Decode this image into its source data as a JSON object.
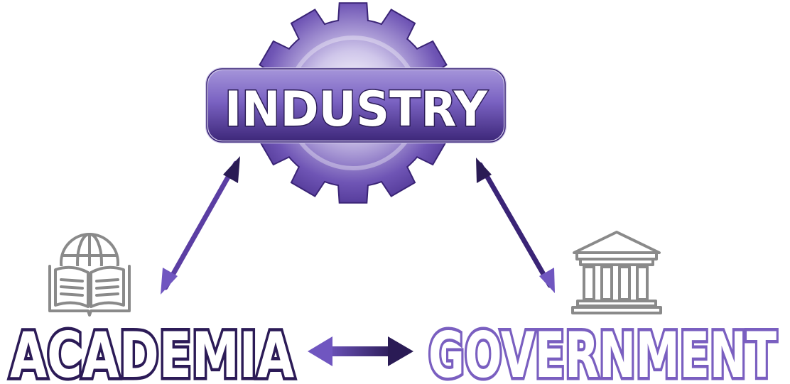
{
  "nodes": {
    "industry": {
      "label": "INDUSTRY"
    },
    "academia": {
      "label": "ACADEMIA"
    },
    "government": {
      "label": "GOVERNMENT"
    }
  },
  "icons": {
    "industry": "gear-icon",
    "academia": "book-globe-icon",
    "government": "government-building-icon"
  },
  "colors": {
    "purple_dark": "#2c1b57",
    "purple_mid": "#5b3ea3",
    "purple_light": "#8e79c9",
    "gray_icon": "#8a8a8a"
  }
}
